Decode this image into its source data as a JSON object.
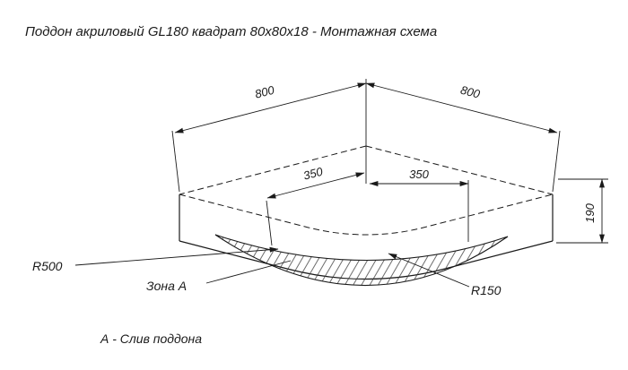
{
  "title": "Поддон акриловый  GL180 квадрат 80x80x18 - Монтажная схема",
  "dimensions": {
    "width_left": "800",
    "width_right": "800",
    "offset_left": "350",
    "offset_right": "350",
    "height": "190"
  },
  "labels": {
    "radius_front": "R500",
    "zone": "Зона А",
    "radius_drain": "R150",
    "note": "А - Слив поддона"
  },
  "colors": {
    "line": "#1a1a1a",
    "background": "#ffffff"
  }
}
